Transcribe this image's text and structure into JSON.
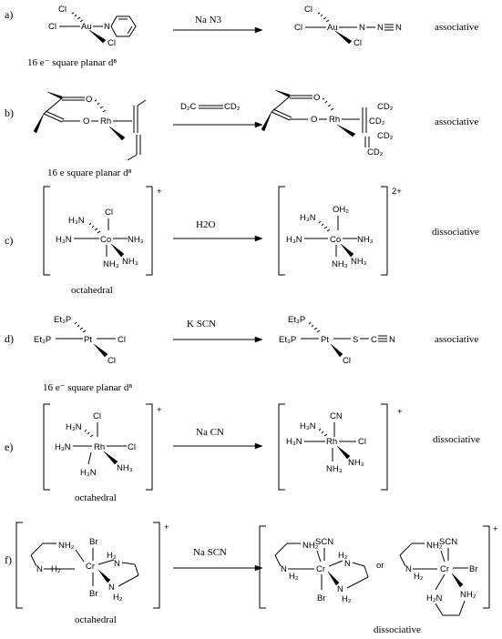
{
  "reactions": [
    {
      "id": "a",
      "label": "a)",
      "reagent": "Na N3",
      "mechanism": "associative",
      "geometry": "16 e⁻  square planar d⁸"
    },
    {
      "id": "b",
      "label": "b)",
      "reagent": "D2C=CD2",
      "mechanism": "associative",
      "geometry": "16 e  square planar d⁸"
    },
    {
      "id": "c",
      "label": "c)",
      "reagent": "H2O",
      "mechanism": "dissociative",
      "geometry": "octahedral",
      "charge_left": "+",
      "charge_right": "2+"
    },
    {
      "id": "d",
      "label": "d)",
      "reagent": "K SCN",
      "mechanism": "associative",
      "geometry": "16 e⁻  square planar d⁸"
    },
    {
      "id": "e",
      "label": "e)",
      "reagent": "Na CN",
      "mechanism": "dissociative",
      "geometry": "octahedral",
      "charge_left": "+",
      "charge_right": "+"
    },
    {
      "id": "f",
      "label": "f)",
      "reagent": "Na SCN",
      "mechanism": "dissociative",
      "geometry": "octahedral",
      "charge_left": "+",
      "charge_right": "+",
      "connector": "or"
    }
  ],
  "atoms": {
    "Cl": "Cl",
    "Au": "Au",
    "N": "N",
    "Rh": "Rh",
    "O": "O",
    "Co": "Co",
    "Pt": "Pt",
    "Cr": "Cr",
    "Br": "Br",
    "S": "S",
    "C": "C",
    "OH2": "OH₂",
    "NH3": "NH₃",
    "H3N": "H₃N",
    "Et3P": "Et₃P",
    "CN": "CN",
    "SCN": "SCN",
    "NH2": "NH₂",
    "H2N": "H₂N",
    "CD2": "CD₂",
    "H": "H",
    "D2C": "D₂C",
    "N_grp": "N",
    "H2": "H₂",
    "NH": "NH"
  }
}
